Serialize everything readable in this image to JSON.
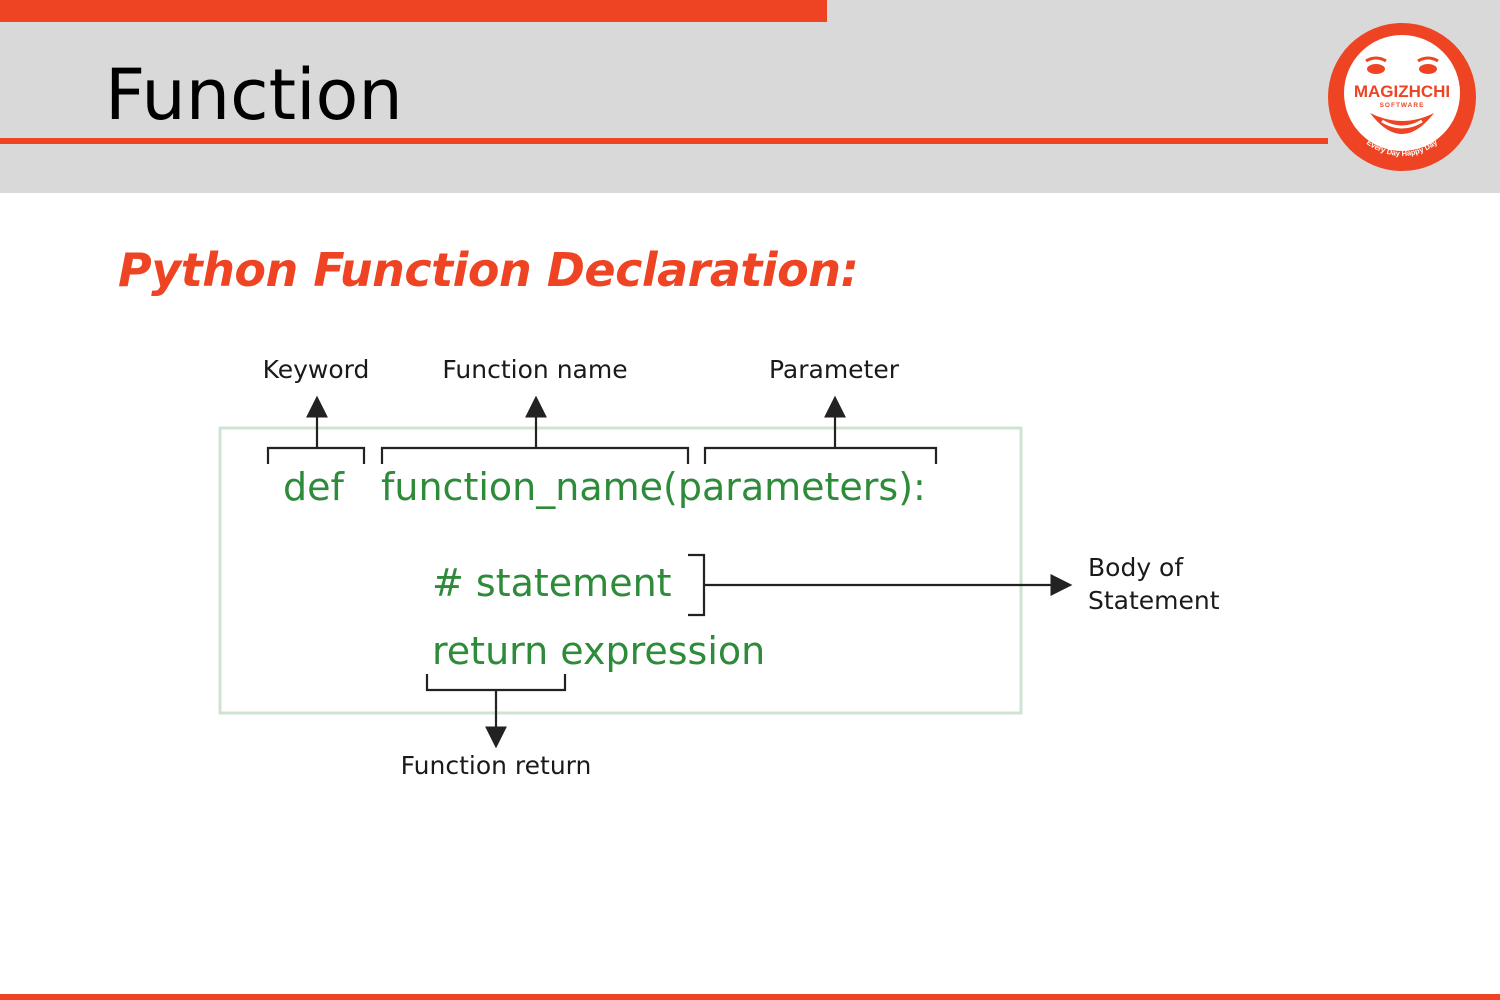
{
  "slide": {
    "title": "Function",
    "subtitle": "Python Function Declaration:"
  },
  "logo": {
    "brand": "MAGIZHCHI",
    "sub": "SOFTWARE",
    "tagline": "Every Day Happy Day"
  },
  "diagram": {
    "labels": {
      "keyword": "Keyword",
      "function_name": "Function name",
      "parameter": "Parameter",
      "body_line1": "Body of",
      "body_line2": "Statement",
      "function_return": "Function return"
    },
    "code": {
      "keyword": "def",
      "signature": "function_name(parameters):",
      "statement": "# statement",
      "return_line": "return expression"
    }
  },
  "colors": {
    "accent": "#ee4423",
    "header_band": "#d9d9d9",
    "code_green": "#2e8b3a",
    "box_border": "#cfe3d2"
  }
}
